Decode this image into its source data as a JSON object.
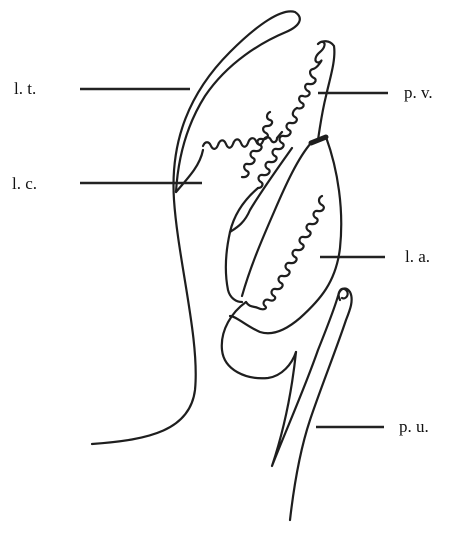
{
  "labels": {
    "lt": "l. t.",
    "lc": "l. c.",
    "pv": "p. v.",
    "la": "l. a.",
    "pu": "p. u."
  },
  "colors": {
    "ink": "#1e1e1e",
    "background": "#ffffff"
  }
}
